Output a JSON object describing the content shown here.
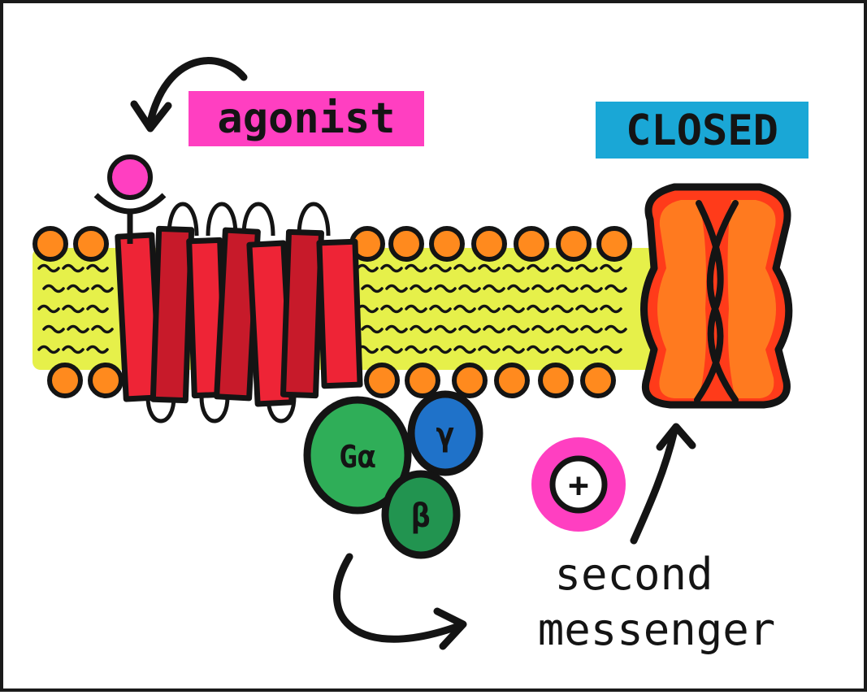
{
  "labels": {
    "agonist": "agonist",
    "channel_state": "CLOSED",
    "messenger_line1": "second",
    "messenger_line2": "messenger",
    "g_alpha": "Gα",
    "g_beta": "β",
    "g_gamma": "γ",
    "plus": "+"
  },
  "colors": {
    "background": "#ffffff",
    "frame": "#1a1a1a",
    "outline": "#141414",
    "magenta": "#ff3fc1",
    "cyan": "#1aa7d6",
    "lipid_tail": "#e6f04a",
    "lipid_head": "#ff8a1e",
    "receptor_red": "#ee2436",
    "receptor_dark": "#c71a2a",
    "channel_orange": "#ff7a1f",
    "channel_red": "#ff3b1a",
    "g_alpha": "#2fae58",
    "g_beta": "#229450",
    "g_gamma": "#1f72c9"
  },
  "icons": [
    "curved-arrow-icon",
    "agonist-ligand-icon",
    "plus-ion-icon"
  ]
}
